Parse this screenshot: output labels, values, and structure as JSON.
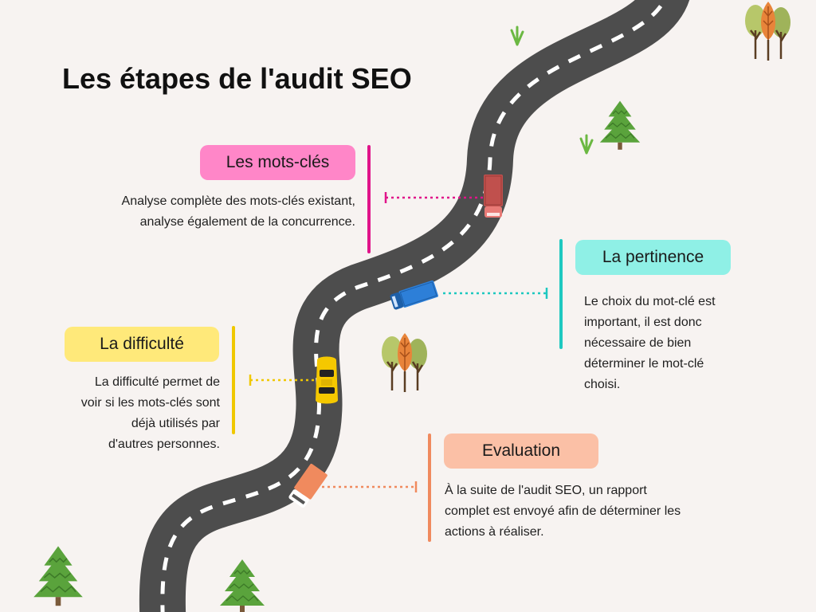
{
  "title": "Les étapes de l'audit SEO",
  "steps": {
    "mots_cles": {
      "label": "Les mots-clés",
      "line1": "Analyse complète des mots-clés existant,",
      "line2": "analyse également de la concurrence."
    },
    "pertinence": {
      "label": "La pertinence",
      "line1": "Le choix du mot-clé est",
      "line2": "important, il est donc",
      "line3": "nécessaire de bien",
      "line4": "déterminer le mot-clé",
      "line5": "choisi."
    },
    "difficulte": {
      "label": "La difficulté",
      "line1": "La difficulté permet de",
      "line2": "voir si les mots-clés sont",
      "line3": "déjà utilisés par",
      "line4": "d'autres personnes."
    },
    "evaluation": {
      "label": "Evaluation",
      "line1": "À la suite de l'audit SEO, un rapport",
      "line2": "complet est envoyé afin de déterminer les",
      "line3": "actions à réaliser."
    }
  },
  "colors": {
    "background": "#f7f3f1",
    "road": "#4d4d4d",
    "pink": "#ff86c8",
    "pink_line": "#e0148a",
    "cyan": "#8ff0e6",
    "cyan_line": "#1ec8c0",
    "yellow": "#ffe97a",
    "yellow_line": "#f0c800",
    "salmon": "#fbc0a6",
    "salmon_line": "#f08a5e"
  },
  "icons": [
    "red-truck-icon",
    "blue-truck-icon",
    "yellow-car-icon",
    "orange-truck-icon",
    "pine-tree-icon",
    "autumn-trees-icon",
    "grass-tuft-icon"
  ]
}
